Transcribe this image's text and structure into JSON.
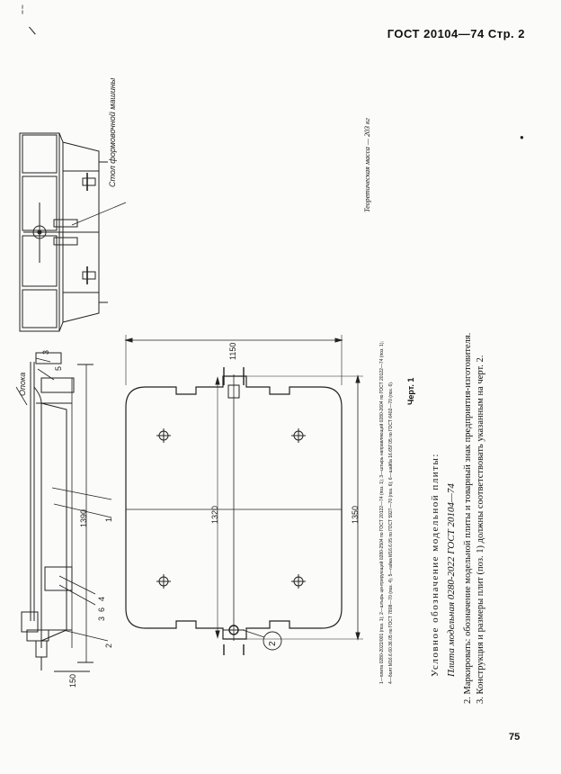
{
  "header": {
    "title": "ГОСТ 20104—74 Стр. 2"
  },
  "page_number": "75",
  "drawing": {
    "side_view_labels": {
      "support": "Опока",
      "item_1": "1",
      "item_2": "2",
      "item_3": "3",
      "item_4": "4",
      "item_5": "5",
      "item_6": "6",
      "dim_height": "1390",
      "dim_bottom": "150"
    },
    "plan_dims": {
      "width": "1150",
      "height_inner": "1320",
      "height_outer": "1350",
      "callout": "2"
    },
    "top_view_label": "Стол формовочной машины",
    "figure_caption": "Черт. 1"
  },
  "theoretical_mass": "Теоретическая масса — 203 кг",
  "legend": {
    "line1": "1—плита 0280-2022/001 (поз. 1); 2—штырь центрирующий 0280-2504 по ГОСТ 20122—74 (поз. 1); 3—штырь направляющий 0280-2604 по ГОСТ 20122—74 (поз. 1);",
    "line2": "4—болт М16.6.60.36.05 по ГОСТ 7808—70 (поз. 4); 5—гайка М16.6.05 по ГОСТ 5927—70 (поз. 6); 6—шайба 16.65Г.05 по ГОСТ 6402—70 (поз. 6)."
  },
  "designation_label": "Условное обозначение модельной плиты:",
  "designation_example": "Плита модельная 0280-2022 ГОСТ 20104—74",
  "notes": [
    "2. Маркировать: обозначение модельной плиты и товарный знак предприятия-изготовителя.",
    "3. Конструкция и размеры плит (поз. 1) должны соответствовать указанным на черт. 2."
  ]
}
